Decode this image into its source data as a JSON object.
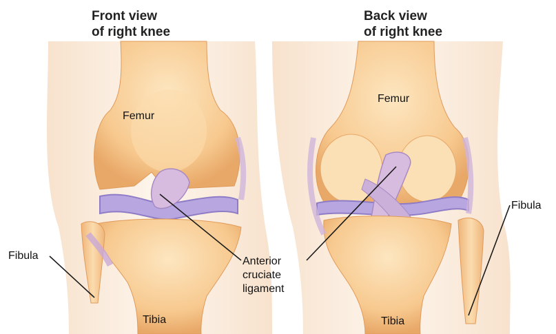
{
  "front": {
    "title_line1": "Front view",
    "title_line2": "of right knee",
    "labels": {
      "femur": "Femur",
      "tibia": "Tibia",
      "fibula": "Fibula"
    }
  },
  "back": {
    "title_line1": "Back view",
    "title_line2": "of right knee",
    "labels": {
      "femur": "Femur",
      "tibia": "Tibia",
      "fibula": "Fibula"
    }
  },
  "shared_label": {
    "line1": "Anterior",
    "line2": "cruciate",
    "line3": "ligament"
  },
  "colors": {
    "bone": "#f7c98f",
    "bone_light": "#fbe0b5",
    "bone_shadow": "#e8a868",
    "cartilage": "#a99ad6",
    "ligament": "#d8bce0",
    "skin": "#fdf0e2",
    "line": "#1a1a1a"
  }
}
